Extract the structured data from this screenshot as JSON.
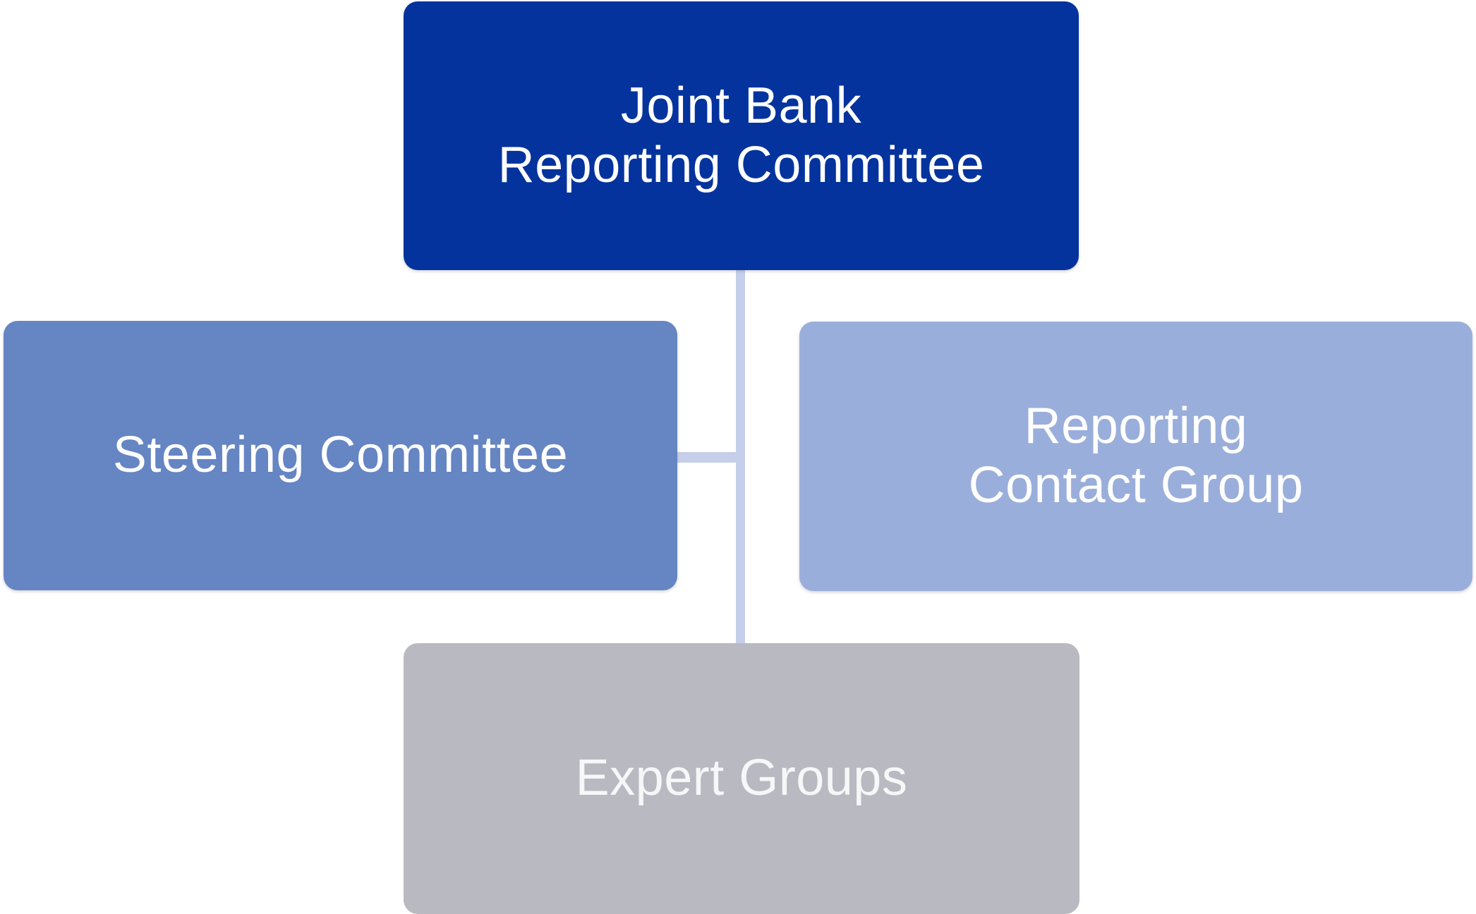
{
  "diagram": {
    "type": "org-chart",
    "background": "#FFFFFF",
    "connector_color": "#C5CFE9",
    "nodes": {
      "root": {
        "label": "Joint Bank\nReporting Committee",
        "fill": "#04339E",
        "text_color": "#FFFFFF"
      },
      "steering": {
        "label": "Steering Committee",
        "fill": "#6585C3",
        "text_color": "#FFFFFF"
      },
      "contact": {
        "label": "Reporting\nContact Group",
        "fill": "#9AAEDB",
        "text_color": "#FFFFFF"
      },
      "expert": {
        "label": "Expert Groups",
        "fill": "#B9B9C1",
        "text_color": "#F7F7F9"
      }
    },
    "edges": [
      {
        "from": "root",
        "to": "expert",
        "style": "vertical-trunk"
      },
      {
        "from": "steering",
        "to": "vertical-trunk",
        "style": "horizontal"
      }
    ]
  }
}
